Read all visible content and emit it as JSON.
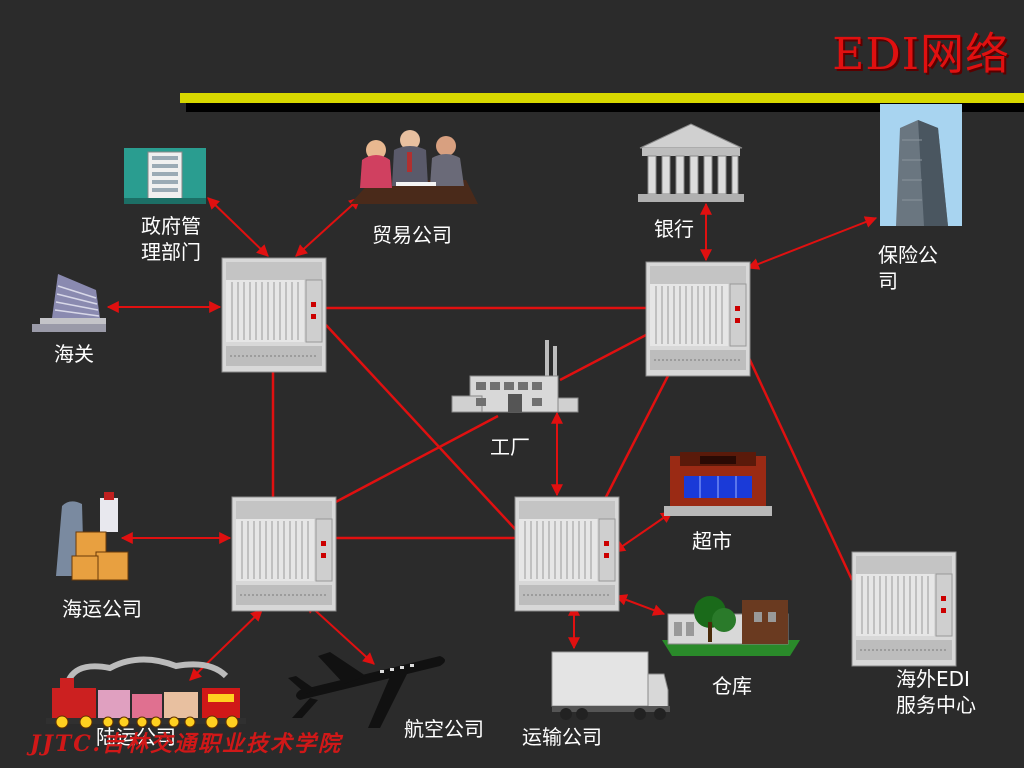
{
  "slide": {
    "title": "EDI网络",
    "footer": "JJTC.吉林交通职业技术学院"
  },
  "nodes": {
    "gov": "政府管\n理部门",
    "trade": "贸易公司",
    "bank": "银行",
    "insurance": "保险公\n司",
    "customs": "海关",
    "factory": "工厂",
    "supermarket": "超市",
    "shipping": "海运公司",
    "land": "陆运公司",
    "air": "航空公司",
    "transport": "运输公司",
    "warehouse": "仓库",
    "overseas": "海外EDI\n服务中心"
  },
  "colors": {
    "background": "#2b2b2b",
    "connector": "#e01010",
    "title": "#e01010",
    "accent_bar": "#d8d800"
  }
}
